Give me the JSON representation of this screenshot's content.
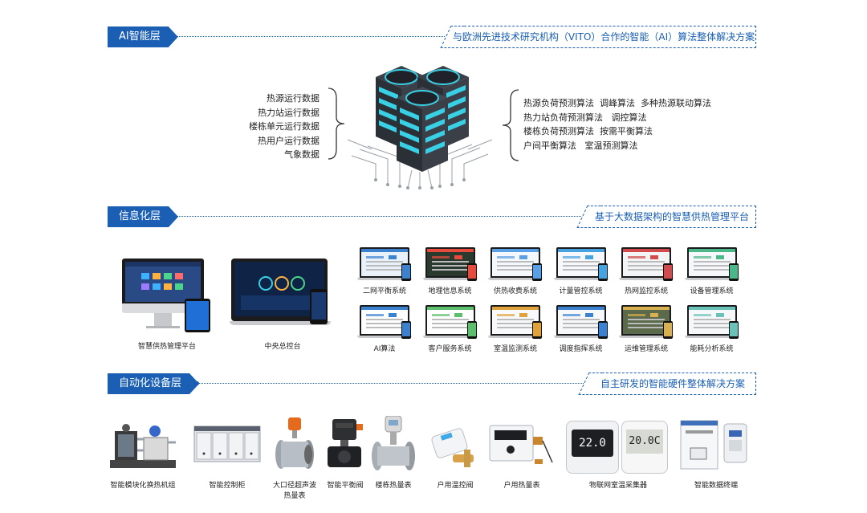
{
  "colors": {
    "accent": "#1a5fb4",
    "dark": "#2b2f36",
    "cyan": "#39d0e6"
  },
  "ai_layer": {
    "title": "AI智能层",
    "subtitle": "与欧洲先进技术研究机构（VITO）合作的智能（AI）算法整体解决方案",
    "inputs": [
      "热源运行数据",
      "热力站运行数据",
      "楼栋单元运行数据",
      "热用户运行数据",
      "气象数据"
    ],
    "algorithms": [
      "热源负荷预测算法  调峰算法  多种热源联动算法",
      "热力站负荷预测算法   调控算法",
      "楼栋负荷预测算法  按需平衡算法",
      "户间平衡算法   室温预测算法"
    ]
  },
  "info_layer": {
    "title": "信息化层",
    "subtitle": "基于大数据架构的智慧供热管理平台",
    "main_products": [
      "智慧供热管理平台",
      "中央总控台"
    ],
    "systems": [
      "二网平衡系统",
      "地理信息系统",
      "供热收费系统",
      "计量管控系统",
      "热网监控系统",
      "设备管理系统",
      "AI算法",
      "客户服务系统",
      "室温监测系统",
      "调度指挥系统",
      "运维管理系统",
      "能耗分析系统"
    ]
  },
  "auto_layer": {
    "title": "自动化设备层",
    "subtitle": "自主研发的智能硬件整体解决方案",
    "devices": [
      "智能模块化换热机组",
      "智能控制柜",
      "大口径超声波",
      "热量表",
      "智能平衡阀",
      "楼栋热量表",
      "户用温控阀",
      "户用热量表",
      "物联网室温采集器",
      "智能数据终端"
    ],
    "thermostat_readings": [
      "22.0",
      "20.0C"
    ]
  }
}
